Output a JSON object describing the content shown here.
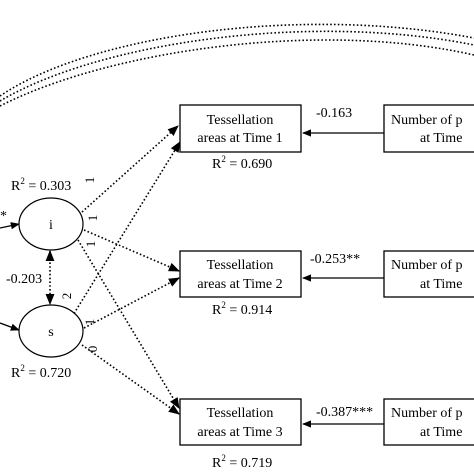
{
  "latent": {
    "i": {
      "label": "i",
      "r2_prefix": "R",
      "r2_sup": "2",
      "r2_value": " = 0.303"
    },
    "s": {
      "label": "s",
      "r2_prefix": "R",
      "r2_sup": "2",
      "r2_value": " = 0.720"
    },
    "covariance": "-0.203",
    "left_stub": "*"
  },
  "loadings": {
    "i_t1": "1",
    "i_t2": "1",
    "i_t3": "1",
    "s_t1": "2",
    "s_t2": "1",
    "s_t3": "0"
  },
  "outcomes": [
    {
      "line1": "Tessellation",
      "line2": "areas at Time 1",
      "r2_prefix": "R",
      "r2_sup": "2",
      "r2_value": " = 0.690"
    },
    {
      "line1": "Tessellation",
      "line2": "areas at Time 2",
      "r2_prefix": "R",
      "r2_sup": "2",
      "r2_value": " = 0.914"
    },
    {
      "line1": "Tessellation",
      "line2": "areas at Time 3",
      "r2_prefix": "R",
      "r2_sup": "2",
      "r2_value": " = 0.719"
    }
  ],
  "predictors": [
    {
      "line1": "Number of p",
      "line2": "at Time",
      "coef": "-0.163"
    },
    {
      "line1": "Number of p",
      "line2": "at Time",
      "coef": "-0.253**"
    },
    {
      "line1": "Number of p",
      "line2": "at Time",
      "coef": "-0.387***"
    }
  ]
}
